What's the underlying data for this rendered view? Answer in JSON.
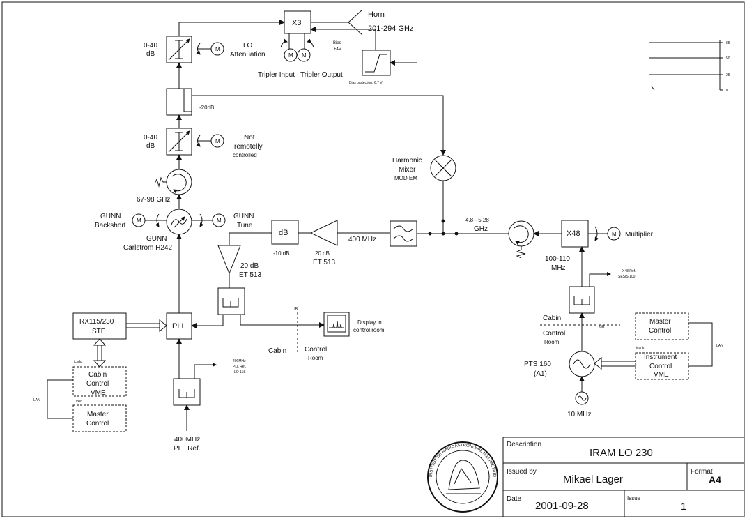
{
  "lo_chain": {
    "attenuator1_range": "0-40",
    "attenuator1_unit": "dB",
    "lo_attenuation_label": [
      "LO",
      "Attenuation"
    ],
    "tripler": "X3",
    "horn": "Horn",
    "horn_freq": "201-294 GHz",
    "bias": [
      "Bias",
      "+4V"
    ],
    "tripler_input": "Tripler Input",
    "tripler_output": "Tripler Output",
    "bias_protection": "Bias protection, 6.7 V",
    "coupler_value": "-20dB",
    "attenuator2_range": "0-40",
    "attenuator2_unit": "dB",
    "not_remote": [
      "Not",
      "remotelly",
      "controlled"
    ],
    "gunn_freq": "67-98 GHz",
    "gunn_backshort": [
      "GUNN",
      "Backshort"
    ],
    "gunn_tune": [
      "GUNN",
      "Tune"
    ],
    "gunn_name": [
      "GUNN",
      "Carlstrom H242"
    ],
    "motor_letter": "M"
  },
  "if_chain": {
    "harmonic_mixer": [
      "Harmonic",
      "Mixer"
    ],
    "mixer_model": "MOD EM",
    "db_box": "dB",
    "db_box_value": "-10 dB",
    "amp1_gain": "20 dB",
    "amp1_model": "ET 513",
    "amp2_gain": "20 dB",
    "amp2_model": "ET 513",
    "if_freq": "400 MHz",
    "ref_freq_range": [
      "4.8 - 5.28",
      "GHz"
    ],
    "multiplier_box": "X48",
    "multiplier_label": "Multiplier",
    "synth_freq": [
      "100-110",
      "MHz"
    ],
    "x48_ref": [
      "X48 Ref.",
      "SESIS 100"
    ]
  },
  "control": {
    "rx_box": [
      "RX115/230",
      "STE"
    ],
    "pll": "PLL",
    "cabin_vme": [
      "Cabin",
      "Control",
      "VME"
    ],
    "master_left": [
      "Master",
      "Control"
    ],
    "icsdu": "icsdu",
    "vxlo": "vxlo",
    "lan_left": "LAN",
    "pll_ref_out": [
      "400MHz",
      "PLL Ref.",
      "LO 11S"
    ],
    "pll_ref_in": [
      "400MHz",
      "PLL Ref."
    ],
    "hr_mark": "HR",
    "display": [
      "Display in",
      "control room"
    ],
    "cabin_center": "Cabin",
    "control_room_center": [
      "Control",
      "Room"
    ],
    "cabin_right": "Cabin",
    "control_room_right": [
      "Control",
      "Room"
    ],
    "gr_mark": "GR",
    "pts": [
      "PTS 160",
      "(A1)"
    ],
    "master_right": [
      "Master",
      "Control"
    ],
    "instrument_vme": [
      "Instrument",
      "Control",
      "VME"
    ],
    "iccntrl": "iccntrl",
    "lan_right": "LAN",
    "ten_mhz": "10 MHz"
  },
  "mini_chart": {
    "ticks": [
      "85",
      "50",
      "25",
      "0"
    ]
  },
  "title_block": {
    "description_label": "Description",
    "description": "IRAM LO 230",
    "issued_by_label": "Issued by",
    "issued_by": "Mikael Lager",
    "format_label": "Format",
    "format": "A4",
    "date_label": "Date",
    "date": "2001-09-28",
    "issue_label": "Issue",
    "issue": "1"
  },
  "seal": {
    "ring_text": "INSTITUT DE RADIOASTRONOMIE MILLIMETRIQUE"
  }
}
